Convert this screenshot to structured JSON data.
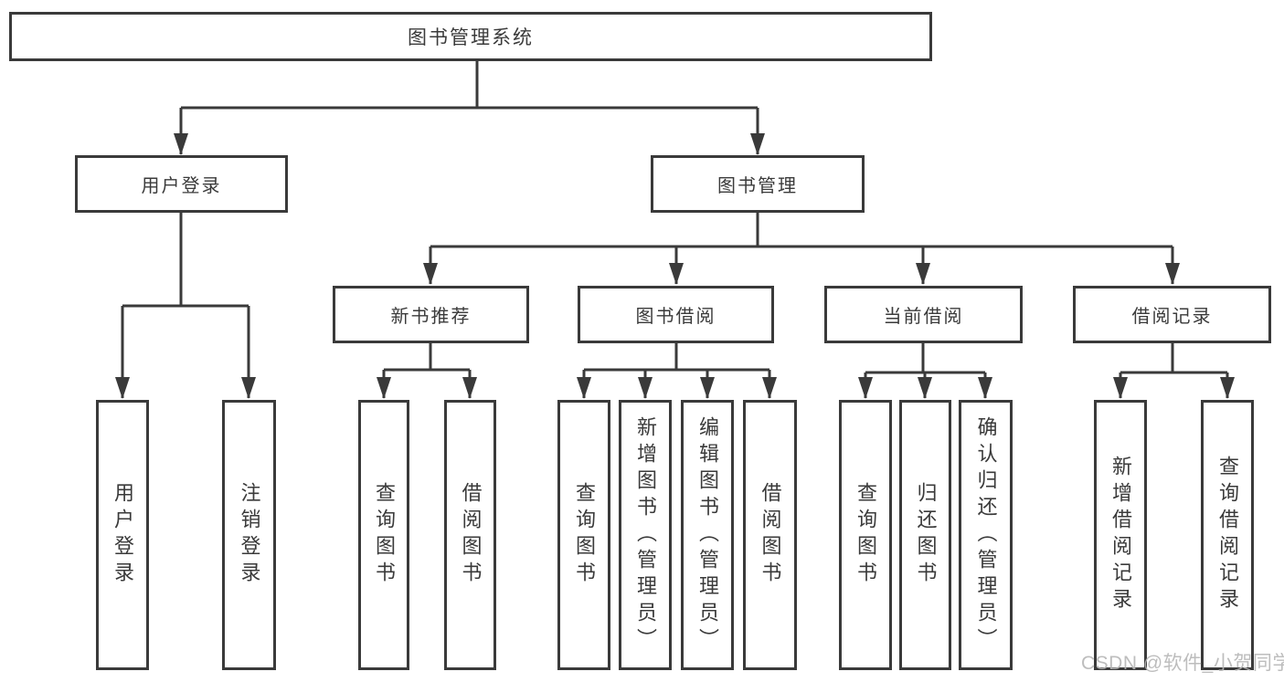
{
  "diagram": {
    "root": {
      "label": "图书管理系统"
    },
    "level2": [
      {
        "label": "用户登录"
      },
      {
        "label": "图书管理"
      }
    ],
    "level3": [
      {
        "label": "新书推荐",
        "parent": "图书管理"
      },
      {
        "label": "图书借阅",
        "parent": "图书管理"
      },
      {
        "label": "当前借阅",
        "parent": "图书管理"
      },
      {
        "label": "借阅记录",
        "parent": "图书管理"
      }
    ],
    "leaves": [
      {
        "label": "用户登录",
        "parent": "用户登录"
      },
      {
        "label": "注销登录",
        "parent": "用户登录"
      },
      {
        "label": "查询图书",
        "parent": "新书推荐"
      },
      {
        "label": "借阅图书",
        "parent": "新书推荐"
      },
      {
        "label": "查询图书",
        "parent": "图书借阅"
      },
      {
        "label": "新增图书（管理员）",
        "parent": "图书借阅"
      },
      {
        "label": "编辑图书（管理员）",
        "parent": "图书借阅"
      },
      {
        "label": "借阅图书",
        "parent": "图书借阅"
      },
      {
        "label": "查询图书",
        "parent": "当前借阅"
      },
      {
        "label": "归还图书",
        "parent": "当前借阅"
      },
      {
        "label": "确认归还（管理员）",
        "parent": "当前借阅"
      },
      {
        "label": "新增借阅记录",
        "parent": "借阅记录"
      },
      {
        "label": "查询借阅记录",
        "parent": "借阅记录"
      }
    ]
  },
  "watermark": {
    "text": "CSDN @软件_小贺同学"
  },
  "colors": {
    "line": "#3a3a3a",
    "text": "#3a3a3a",
    "background": "#ffffff",
    "watermark": "#b6b6b6"
  }
}
